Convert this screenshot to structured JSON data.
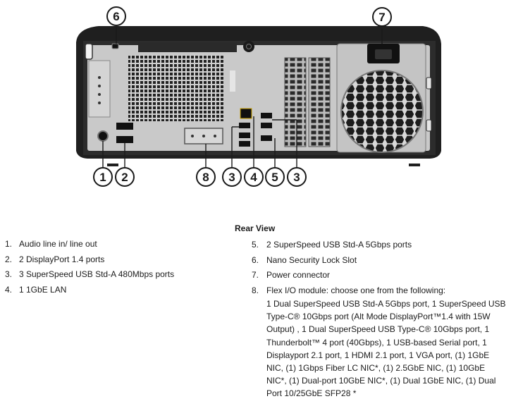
{
  "colors": {
    "chassis": "#1f1f1f",
    "panel": "#c9c9c9",
    "frame": "#2b2b2b",
    "ink": "#1a1a1a"
  },
  "icons": [
    "power-button-icon",
    "lock-slot-icon",
    "power-connector-icon",
    "fan-grille-icon",
    "vent-grille-icon"
  ],
  "callouts": [
    "6",
    "7",
    "1",
    "2",
    "8",
    "3",
    "4",
    "5",
    "3"
  ],
  "section_title": "Rear View",
  "left_list": [
    {
      "num": "1.",
      "text": "Audio line in/ line out"
    },
    {
      "num": "2.",
      "text": "2 DisplayPort 1.4 ports"
    },
    {
      "num": "3.",
      "text": "3 SuperSpeed USB Std-A 480Mbps ports"
    },
    {
      "num": "4.",
      "text": "1 1GbE LAN"
    }
  ],
  "right_list": [
    {
      "num": "5.",
      "text": "2 SuperSpeed USB Std-A 5Gbps ports",
      "desc": ""
    },
    {
      "num": "6.",
      "text": "Nano Security Lock Slot",
      "desc": ""
    },
    {
      "num": "7.",
      "text": "Power connector",
      "desc": ""
    },
    {
      "num": "8.",
      "text": "Flex I/O module: choose one from the following:",
      "desc": "1 Dual SuperSpeed USB Std-A 5Gbps port, 1 SuperSpeed USB Type-C® 10Gbps port (Alt Mode DisplayPort™1.4 with 15W Output) , 1 Dual SuperSpeed USB Type-C® 10Gbps port, 1 Thunderbolt™ 4 port (40Gbps), 1 USB-based Serial port, 1 Displayport 2.1 port, 1 HDMI 2.1 port, 1 VGA port, (1) 1GbE NIC, (1) 1Gbps Fiber LC NIC*, (1) 2.5GbE NIC, (1) 10GbE NIC*, (1) Dual-port 10GbE NIC*, (1) Dual 1GbE NIC, (1) Dual Port 10/25GbE SFP28 *"
    }
  ]
}
